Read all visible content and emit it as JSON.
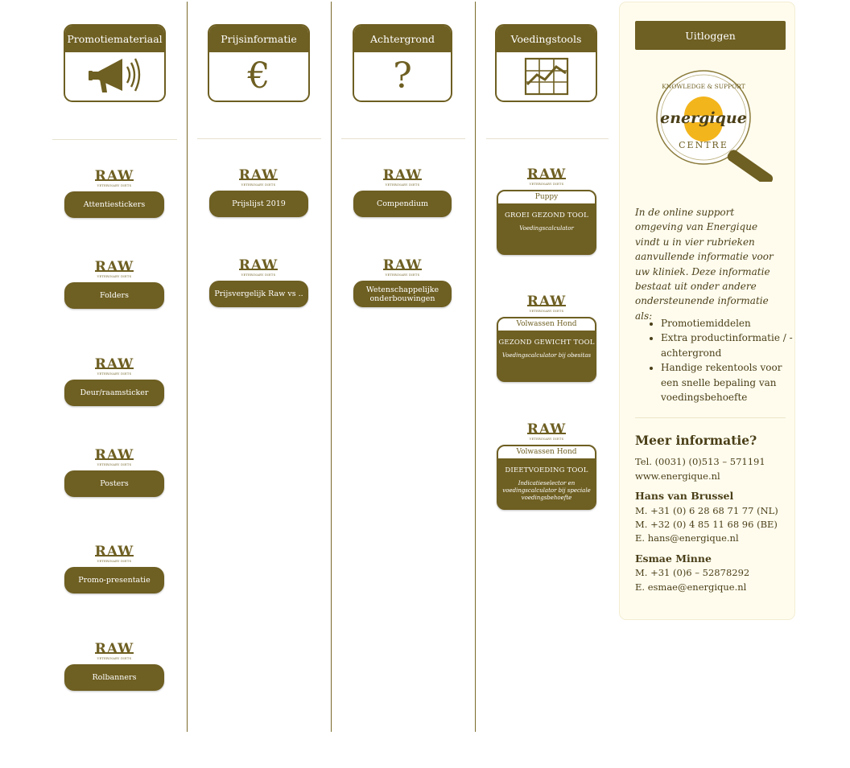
{
  "colors": {
    "accent": "#6e5f22",
    "sidebar_bg": "#fffcee",
    "text": "#4a3f18"
  },
  "categories": {
    "promo": {
      "label": "Promotiemateriaal",
      "icon": "megaphone-icon"
    },
    "prijs": {
      "label": "Prijsinformatie",
      "icon": "euro-icon",
      "glyph": "€"
    },
    "achtergrond": {
      "label": "Achtergrond",
      "icon": "question-icon",
      "glyph": "?"
    },
    "voeding": {
      "label": "Voedingstools",
      "icon": "chart-icon"
    }
  },
  "raw_logo": {
    "word": "RAW",
    "sub": "VETERINARY DIETS"
  },
  "promo_items": [
    "Attentiestickers",
    "Folders",
    "Deur/raamsticker",
    "Posters",
    "Promo-presentatie",
    "Rolbanners"
  ],
  "prijs_items": [
    "Prijslijst 2019",
    "Prijsvergelijk Raw vs .."
  ],
  "achtergrond_items": [
    "Compendium",
    "Wetenschappelijke onderbouwingen"
  ],
  "tools": [
    {
      "label": "Puppy",
      "title": "GROEI GEZOND TOOL",
      "sub": "Voedingscalculator"
    },
    {
      "label": "Volwassen Hond",
      "title": "GEZOND GEWICHT TOOL",
      "sub": "Voedingscalculator bij obesitas"
    },
    {
      "label": "Volwassen Hond",
      "title": "DIEETVOEDING TOOL",
      "sub": "Indicatieselector en voedingscalculator bij speciale voedingsbehoefte"
    }
  ],
  "sidebar": {
    "logout": "Uitloggen",
    "logo": {
      "top": "KNOWLEDGE & SUPPORT",
      "brand": "energique",
      "bottom": "CENTRE"
    },
    "intro": "In de online support omgeving van Energique vindt u in vier rubrieken aanvullende informatie voor uw kliniek. Deze informatie bestaat uit onder andere ondersteunende informatie als:",
    "bullets": [
      "Promotiemiddelen",
      "Extra productinformatie / -achtergrond",
      "Handige rekentools voor een snelle bepaling van voedingsbehoefte"
    ],
    "more_title": "Meer informatie?",
    "tel": "Tel. (0031) (0)513 – 571191",
    "web": "www.energique.nl",
    "contact1": {
      "name": "Hans van Brussel",
      "m_nl": "M. +31 (0) 6 28 68 71 77 (NL)",
      "m_be": "M. +32 (0) 4 85 11 68 96 (BE)",
      "email": "E. hans@energique.nl"
    },
    "contact2": {
      "name": "Esmae Minne",
      "m": "M. +31 (0)6 – 52878292",
      "email": "E. esmae@energique.nl"
    }
  }
}
